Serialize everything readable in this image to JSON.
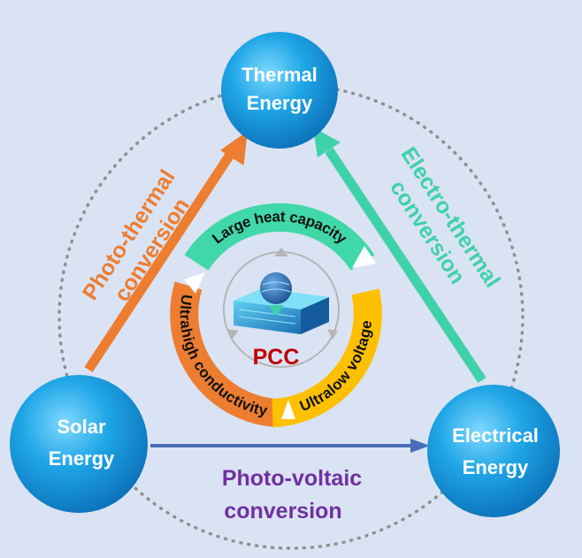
{
  "nodes": {
    "thermal": {
      "line1": "Thermal",
      "line2": "Energy"
    },
    "solar": {
      "line1": "Solar",
      "line2": "Energy"
    },
    "electrical": {
      "line1": "Electrical",
      "line2": "Energy"
    }
  },
  "conversions": {
    "photo_thermal": {
      "line1": "Photo-thermal",
      "line2": "conversion"
    },
    "electro_thermal": {
      "line1": "Electro-thermal",
      "line2": "conversion"
    },
    "photo_voltaic": {
      "line1": "Photo-voltaic",
      "line2": "conversion"
    }
  },
  "pcc_properties": {
    "top": "Large heat capacity",
    "left": "Ultrahigh conductivity",
    "right": "Ultralow voltage"
  },
  "center_label": "PCC",
  "colors": {
    "background": "#dae3f3",
    "sphere": "#1fa0e0",
    "photo_thermal": "#ed7d31",
    "electro_thermal": "#3fd1aa",
    "photo_voltaic_arrow": "#4a6db8",
    "photo_voltaic_text": "#7030a0",
    "pcc_text": "#c00000",
    "arc_top": "#40d8a8",
    "arc_left": "#ed7d31",
    "arc_right": "#ffc000"
  }
}
